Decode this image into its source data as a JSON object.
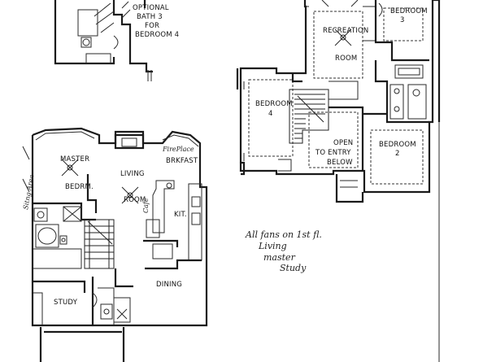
{
  "upper_floor": {
    "optional_bath": [
      "OPTIONAL",
      "BATH 3",
      "FOR",
      "BEDROOM 4"
    ],
    "recreation_room": [
      "RECREATION",
      "ROOM"
    ],
    "bedroom_3": [
      "BEDROOM",
      "3"
    ],
    "bedroom_4": [
      "BEDROOM",
      "4"
    ],
    "bedroom_2": [
      "BEDROOM",
      "2"
    ],
    "open_to_entry": [
      "OPEN",
      "TO ENTRY",
      "BELOW"
    ]
  },
  "first_floor": {
    "master_bedroom": [
      "MASTER",
      "BEDRM."
    ],
    "living_room": [
      "LIVING",
      "ROOM"
    ],
    "fireplace": "FirePlace",
    "breakfast": "BRKFAST",
    "kitchen": "KIT.",
    "cafe": "Cafe",
    "dining": "DINING",
    "study": "STUDY",
    "sitting_area": "Sitng Area"
  },
  "handwritten_note": [
    "All fans on 1st fl.",
    "Living",
    "master",
    "Study"
  ]
}
